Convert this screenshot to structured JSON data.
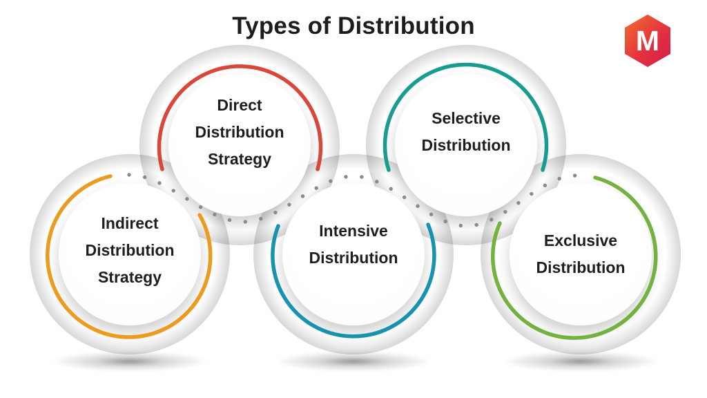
{
  "title": "Types of Distribution",
  "logo": {
    "letter": "M",
    "color_from": "#f0702e",
    "color_mid": "#e5333e",
    "color_to": "#d41a4e"
  },
  "connector": {
    "dot_color": "#8a8a8a"
  },
  "circles": [
    {
      "id": "direct",
      "color": "#d9473a",
      "lines": [
        "Direct",
        "Distribution",
        "Strategy"
      ]
    },
    {
      "id": "selective",
      "color": "#189c90",
      "lines": [
        "Selective",
        "Distribution"
      ]
    },
    {
      "id": "indirect",
      "color": "#eb9c20",
      "lines": [
        "Indirect",
        "Distribution",
        "Strategy"
      ]
    },
    {
      "id": "intensive",
      "color": "#1793ae",
      "lines": [
        "Intensive",
        "Distribution"
      ]
    },
    {
      "id": "exclusive",
      "color": "#74b23f",
      "lines": [
        "Exclusive",
        "Distribution"
      ]
    }
  ]
}
